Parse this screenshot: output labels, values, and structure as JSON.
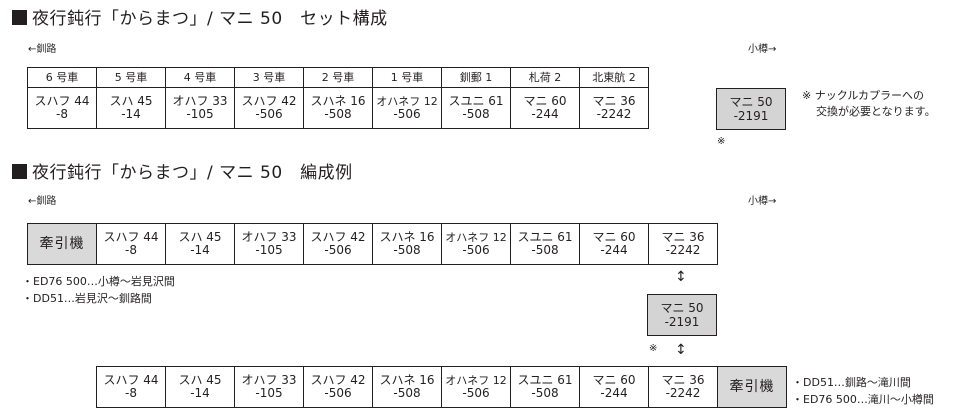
{
  "section1": {
    "title": "夜行鈍行「からまつ」/ マニ 50　セット構成",
    "dir_left": "←釧路",
    "dir_right": "小樽→",
    "columns": [
      {
        "header": "6 号車",
        "model": "スハフ 44",
        "number": "-8"
      },
      {
        "header": "5 号車",
        "model": "スハ 45",
        "number": "-14"
      },
      {
        "header": "4 号車",
        "model": "オハフ 33",
        "number": "-105"
      },
      {
        "header": "3 号車",
        "model": "スハフ 42",
        "number": "-506"
      },
      {
        "header": "2 号車",
        "model": "スハネ 16",
        "number": "-508"
      },
      {
        "header": "1 号車",
        "model": "オハネフ 12",
        "number": "-506"
      },
      {
        "header": "釧郵 1",
        "model": "スユニ 61",
        "number": "-508"
      },
      {
        "header": "札荷 2",
        "model": "マニ 60",
        "number": "-244"
      },
      {
        "header": "北東航 2",
        "model": "マニ 36",
        "number": "-2242"
      }
    ],
    "extra_car": {
      "model": "マニ 50",
      "number": "-2191"
    },
    "extra_mark": "※",
    "note_line1": "※ ナックルカプラーへの",
    "note_line2": "交換が必要となります。"
  },
  "section2": {
    "title": "夜行鈍行「からまつ」/ マニ 50　編成例",
    "dir_left": "←釧路",
    "dir_right": "小樽→",
    "locomotive_label": "牽引機",
    "cars": [
      {
        "model": "スハフ 44",
        "number": "-8"
      },
      {
        "model": "スハ 45",
        "number": "-14"
      },
      {
        "model": "オハフ 33",
        "number": "-105"
      },
      {
        "model": "スハフ 42",
        "number": "-506"
      },
      {
        "model": "スハネ 16",
        "number": "-508"
      },
      {
        "model": "オハネフ 12",
        "number": "-506"
      },
      {
        "model": "スユニ 61",
        "number": "-508"
      },
      {
        "model": "マニ 60",
        "number": "-244"
      },
      {
        "model": "マニ 36",
        "number": "-2242"
      }
    ],
    "upper_notes": [
      "・ED76 500…小樽～岩見沢間",
      "・DD51…岩見沢～釧路間"
    ],
    "swap_car": {
      "model": "マニ 50",
      "number": "-2191"
    },
    "swap_arrow": "↕",
    "swap_mark": "※",
    "lower_notes": [
      "・DD51…釧路～滝川間",
      "・ED76 500…滝川～小樽間"
    ]
  },
  "colors": {
    "text": "#231f20",
    "grey_fill": "#d4d4d4",
    "loco_fill": "#d9d9d9"
  }
}
